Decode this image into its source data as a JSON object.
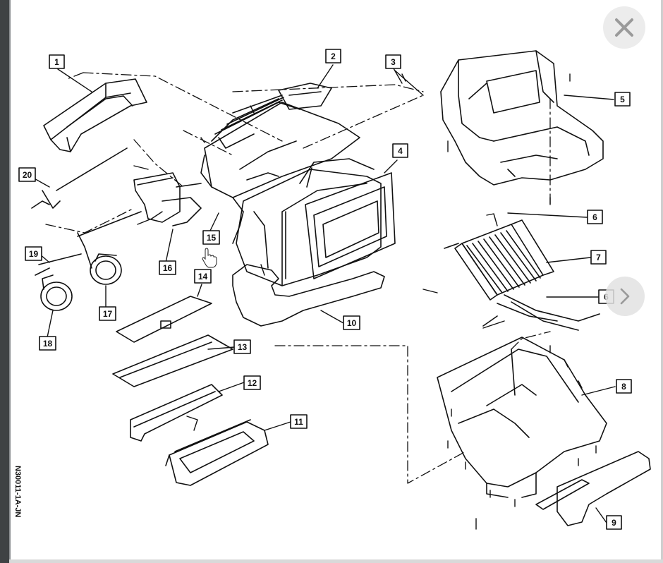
{
  "viewer": {
    "close_icon": "close-icon",
    "next_icon": "chevron-right-icon",
    "cursor_icon": "hand-pointer-icon",
    "close_bg": "#ececec",
    "next_bg": "#e2e2e2"
  },
  "diagram": {
    "code": "N30011-1A-JN",
    "callouts": [
      "1",
      "2",
      "3",
      "4",
      "5",
      "6",
      "7",
      "6",
      "8",
      "9",
      "10",
      "11",
      "12",
      "13",
      "14",
      "15",
      "16",
      "17",
      "18",
      "19",
      "20"
    ]
  }
}
